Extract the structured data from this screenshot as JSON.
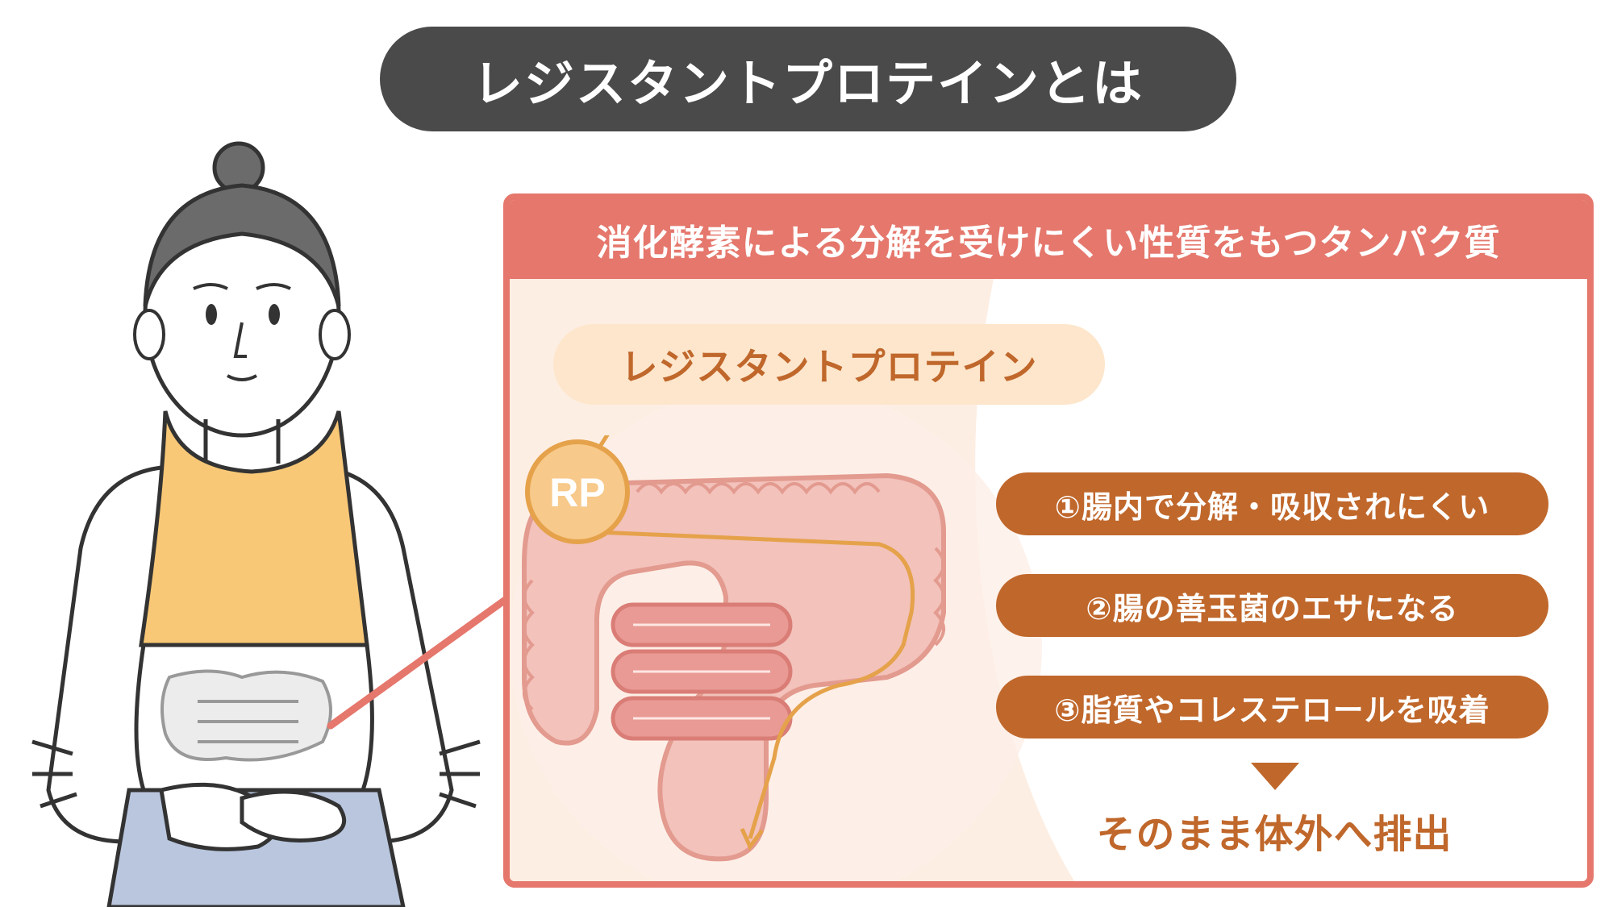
{
  "title": "レジスタントプロテインとは",
  "panel": {
    "header": "消化酵素による分解を受けにくい性質をもつタンパク質",
    "rp_label": "レジスタントプロテイン",
    "rp_badge": "RP",
    "points": [
      "①腸内で分解・吸収されにくい",
      "②腸の善玉菌のエサになる",
      "③脂質やコレステロールを吸着"
    ],
    "result": "そのまま体外へ排出"
  },
  "colors": {
    "title_bg": "#4a4a4a",
    "accent_red": "#e5776c",
    "accent_orange": "#c0672b",
    "label_bg": "#fde6cc",
    "intestine": "#f2c2bb",
    "small_intestine": "#e99a94",
    "badge": "#f7c98a",
    "tank_top": "#f8c877",
    "shorts": "#b9c6de"
  },
  "icons": {
    "down_arrow": "triangle-down-icon"
  }
}
